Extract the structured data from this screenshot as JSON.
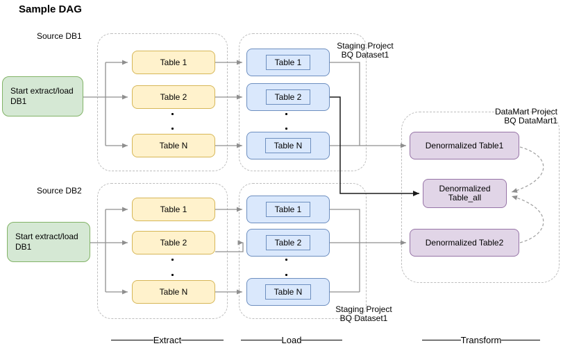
{
  "title": "Sample DAG",
  "db1": {
    "source_label": "Source DB1",
    "start_line1": "Start extract/load",
    "start_line2": "DB1",
    "extract_tables": [
      "Table 1",
      "Table 2",
      "Table N"
    ],
    "load_tables": [
      "Table 1",
      "Table 2",
      "Table N"
    ],
    "staging_line1": "Staging Project",
    "staging_line2": "BQ Dataset1"
  },
  "db2": {
    "source_label": "Source DB2",
    "start_line1": "Start extract/load",
    "start_line2": "DB1",
    "extract_tables": [
      "Table 1",
      "Table 2",
      "Table N"
    ],
    "load_tables": [
      "Table 1",
      "Table 2",
      "Table N"
    ],
    "staging_line1": "Staging Project",
    "staging_line2": "BQ Dataset1"
  },
  "datamart": {
    "label_line1": "DataMart Project",
    "label_line2": "BQ DataMart1",
    "table1": "Denormalized Table1",
    "table_all_line1": "Denormalized",
    "table_all_line2": "Table_all",
    "table2": "Denormalized Table2"
  },
  "phases": {
    "extract": "Extract",
    "load": "Load",
    "transform": "Transform"
  },
  "colors": {
    "green_fill": "#d5e8d4",
    "green_stroke": "#82b366",
    "yellow_fill": "#fff2cc",
    "yellow_stroke": "#d6b656",
    "blue_fill": "#dae8fc",
    "blue_stroke": "#6c8ebf",
    "purple_fill": "#e1d5e7",
    "purple_stroke": "#9673a6",
    "connector_gray": "#8f8f8f",
    "connector_black": "#000000",
    "container_dash": "#bdbdbd"
  }
}
